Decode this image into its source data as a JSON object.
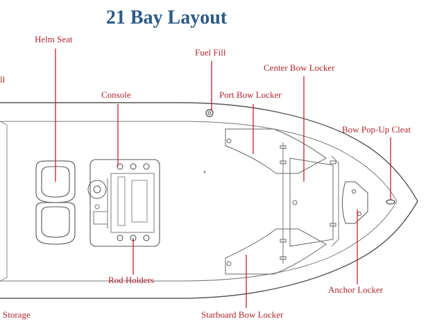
{
  "title": "21 Bay Layout",
  "colors": {
    "title": "#2c5a86",
    "label": "#b0262e",
    "leader": "#c0222a",
    "outline": "#4a4a4a"
  },
  "labels": {
    "helm_seat": "Helm Seat",
    "fuel_fill": "Fuel Fill",
    "center_bow_locker": "Center Bow Locker",
    "cut_off_top_left": "ll",
    "console": "Console",
    "port_bow_locker": "Port  Bow Locker",
    "bow_popup_cleat": "Bow Pop-Up Cleat",
    "rod_holders": "Rod Holders",
    "anchor_locker": "Anchor Locker",
    "storage": "Storage",
    "starboard_bow_locker": "Starboard Bow Locker"
  }
}
